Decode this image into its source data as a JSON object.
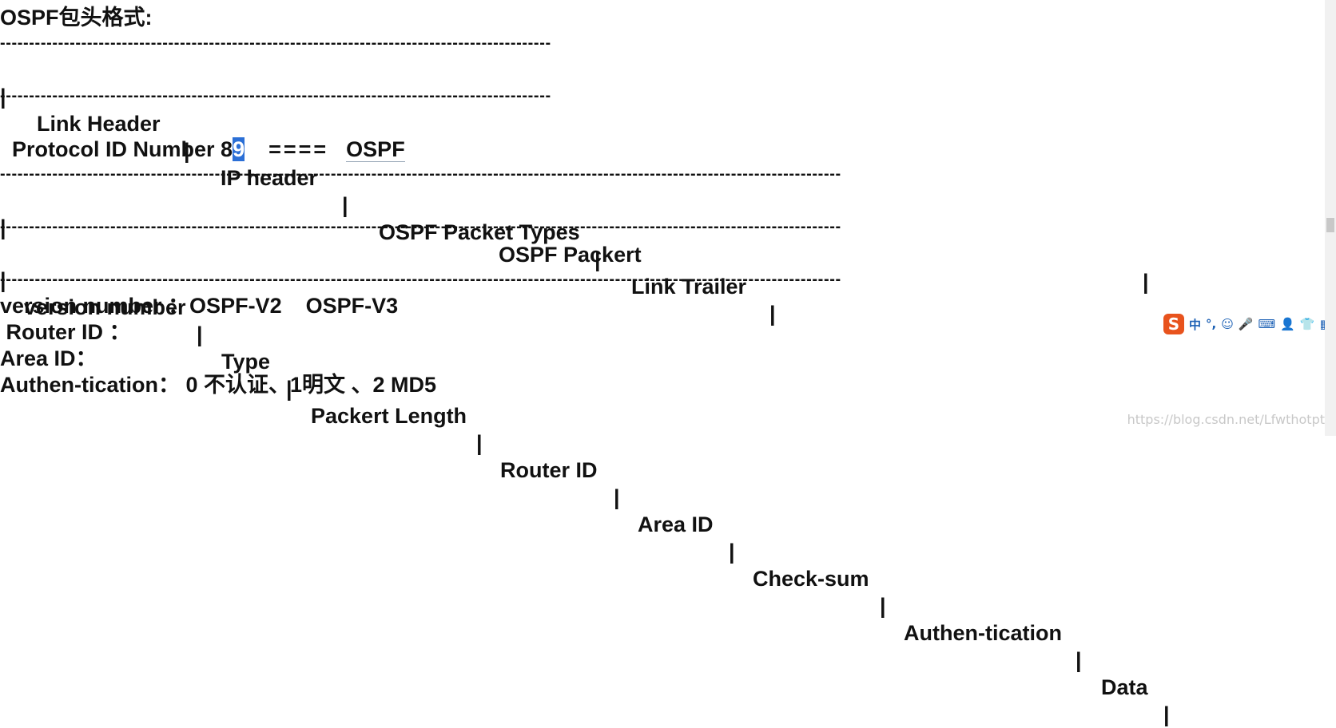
{
  "title": "OSPF包头格式:",
  "dashes_short": "-----------------------------------------------------------------------------------------------",
  "dashes_long": "-------------------------------------------------------------------------------------------------------------------------------------------------",
  "pipe": "|",
  "link_frame": [
    "Link Header",
    "IP header",
    "OSPF Packet Types",
    "Link Trailer"
  ],
  "protocol": {
    "prefix": "Protocol ID Number 8",
    "selected": "9",
    "arrow": "====",
    "name": "OSPF"
  },
  "packet_title": "OSPF Packert",
  "packet_fields": [
    "version number",
    "Type",
    "Packert Length",
    "Router ID",
    "Area ID",
    "Check-sum",
    "Authen-tication",
    "Data"
  ],
  "notes": [
    "version number ：OSPF-V2    OSPF-V3",
    " Router ID ：",
    "Area ID：",
    "Authen-tication： 0 不认证、1明文 、2 MD5"
  ],
  "watermark": "https://blog.csdn.net/Lfwthotpt",
  "ime": {
    "logo": "S",
    "glyphs": [
      "中",
      "°,",
      "☺",
      "🎤",
      "⌨",
      "👤",
      "👕",
      "▦"
    ]
  }
}
